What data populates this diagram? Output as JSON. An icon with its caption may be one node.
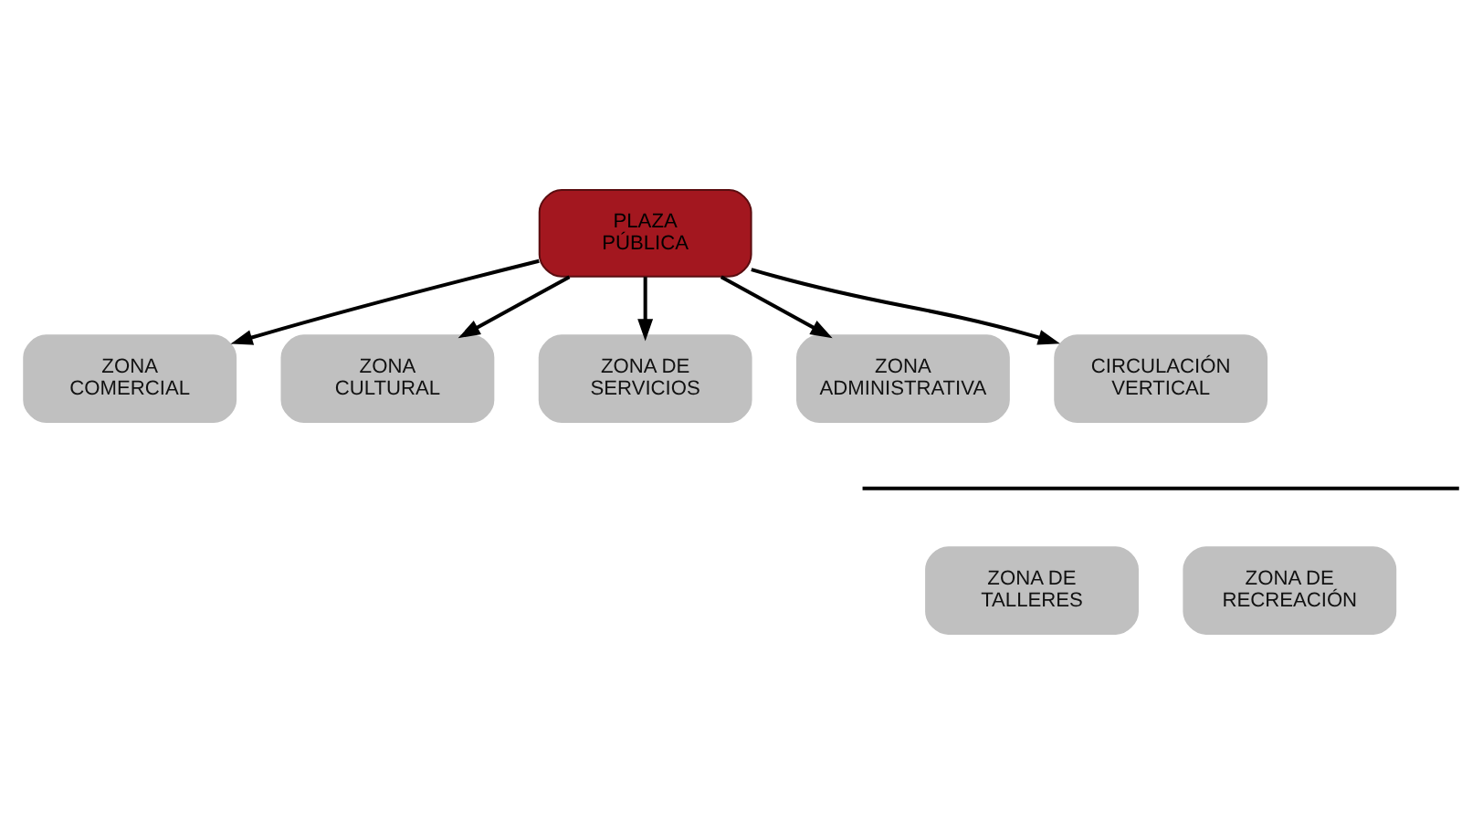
{
  "diagram": {
    "nodes": [
      {
        "text": [
          "PLAZA PÚBLICA"
        ]
      },
      {
        "text": [
          "ZONA COMERCIAL"
        ]
      },
      {
        "text": [
          "ZONA CULTURAL"
        ]
      },
      {
        "text": [
          "ZONA DE SERVICIOS"
        ]
      },
      {
        "text": [
          "ZONA ADMINISTRATIVA"
        ]
      },
      {
        "text": [
          "CIRCULACIÓN VERTICAL"
        ]
      },
      {
        "text": [
          "ZONA DE TALLERES"
        ]
      },
      {
        "text": [
          "ZONA DE RECREACIÓN"
        ]
      }
    ],
    "edges": [
      {
        "from": 0,
        "to": 1,
        "arrow": "to"
      },
      {
        "from": 0,
        "to": 2,
        "arrow": "to"
      },
      {
        "from": 0,
        "to": 3,
        "arrow": "to"
      },
      {
        "from": 0,
        "to": 4,
        "arrow": "to"
      },
      {
        "from": 0,
        "to": 5,
        "arrow": "to"
      }
    ]
  }
}
